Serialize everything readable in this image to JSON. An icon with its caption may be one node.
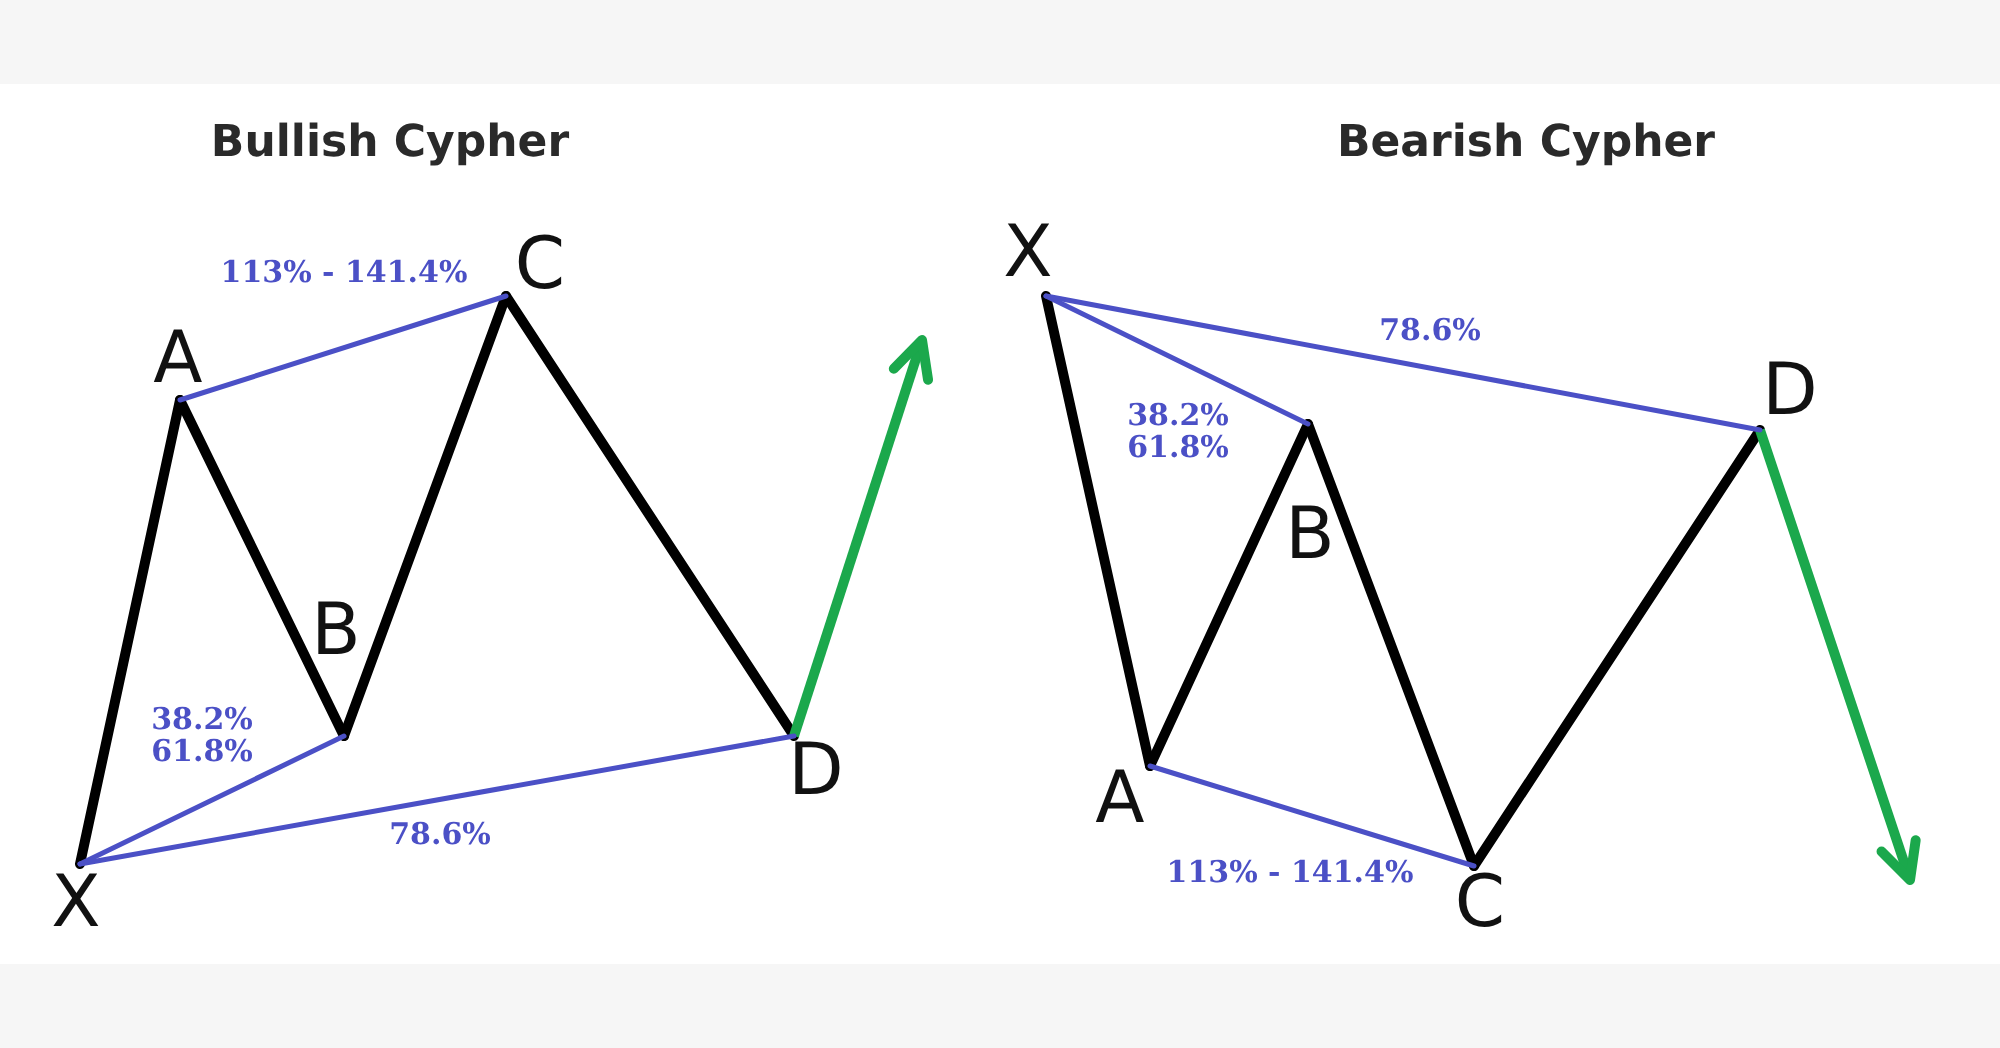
{
  "diagram": {
    "nodes": [
      {
        "text": [
          "X"
        ]
      },
      {
        "text": [
          "A"
        ]
      },
      {
        "text": [
          "B"
        ]
      },
      {
        "text": [
          "C"
        ]
      },
      {
        "text": [
          "D"
        ]
      },
      {
        "text": [
          "X"
        ]
      },
      {
        "text": [
          "A"
        ]
      },
      {
        "text": [
          "B"
        ]
      },
      {
        "text": [
          "C"
        ]
      },
      {
        "text": [
          "D"
        ]
      }
    ],
    "edges": [
      {
        "from": 0,
        "to": 1,
        "arrow": "none"
      },
      {
        "from": 1,
        "to": 2,
        "arrow": "none"
      },
      {
        "from": 2,
        "to": 3,
        "arrow": "none"
      },
      {
        "from": 3,
        "to": 4,
        "arrow": "none"
      },
      {
        "from": 4,
        "to": null,
        "arrow": "to",
        "color": "#1ba84c"
      },
      {
        "from": 1,
        "to": 3,
        "arrow": "none",
        "label": "113% - 141.4%",
        "color": "#4b50c6"
      },
      {
        "from": 0,
        "to": 2,
        "arrow": "none",
        "label": "38.2% 61.8%",
        "color": "#4b50c6"
      },
      {
        "from": 0,
        "to": 4,
        "arrow": "none",
        "label": "78.6%",
        "color": "#4b50c6"
      },
      {
        "from": 5,
        "to": 6,
        "arrow": "none"
      },
      {
        "from": 6,
        "to": 7,
        "arrow": "none"
      },
      {
        "from": 7,
        "to": 8,
        "arrow": "none"
      },
      {
        "from": 8,
        "to": 9,
        "arrow": "none"
      },
      {
        "from": 9,
        "to": null,
        "arrow": "to",
        "color": "#1ba84c"
      },
      {
        "from": 6,
        "to": 8,
        "arrow": "none",
        "label": "113% - 141.4%",
        "color": "#4b50c6"
      },
      {
        "from": 5,
        "to": 7,
        "arrow": "none",
        "label": "38.2% 61.8%",
        "color": "#4b50c6"
      },
      {
        "from": 5,
        "to": 9,
        "arrow": "none",
        "label": "78.6%",
        "color": "#4b50c6"
      }
    ],
    "labels": [
      "Bullish Cypher",
      "Bearish Cypher"
    ]
  }
}
